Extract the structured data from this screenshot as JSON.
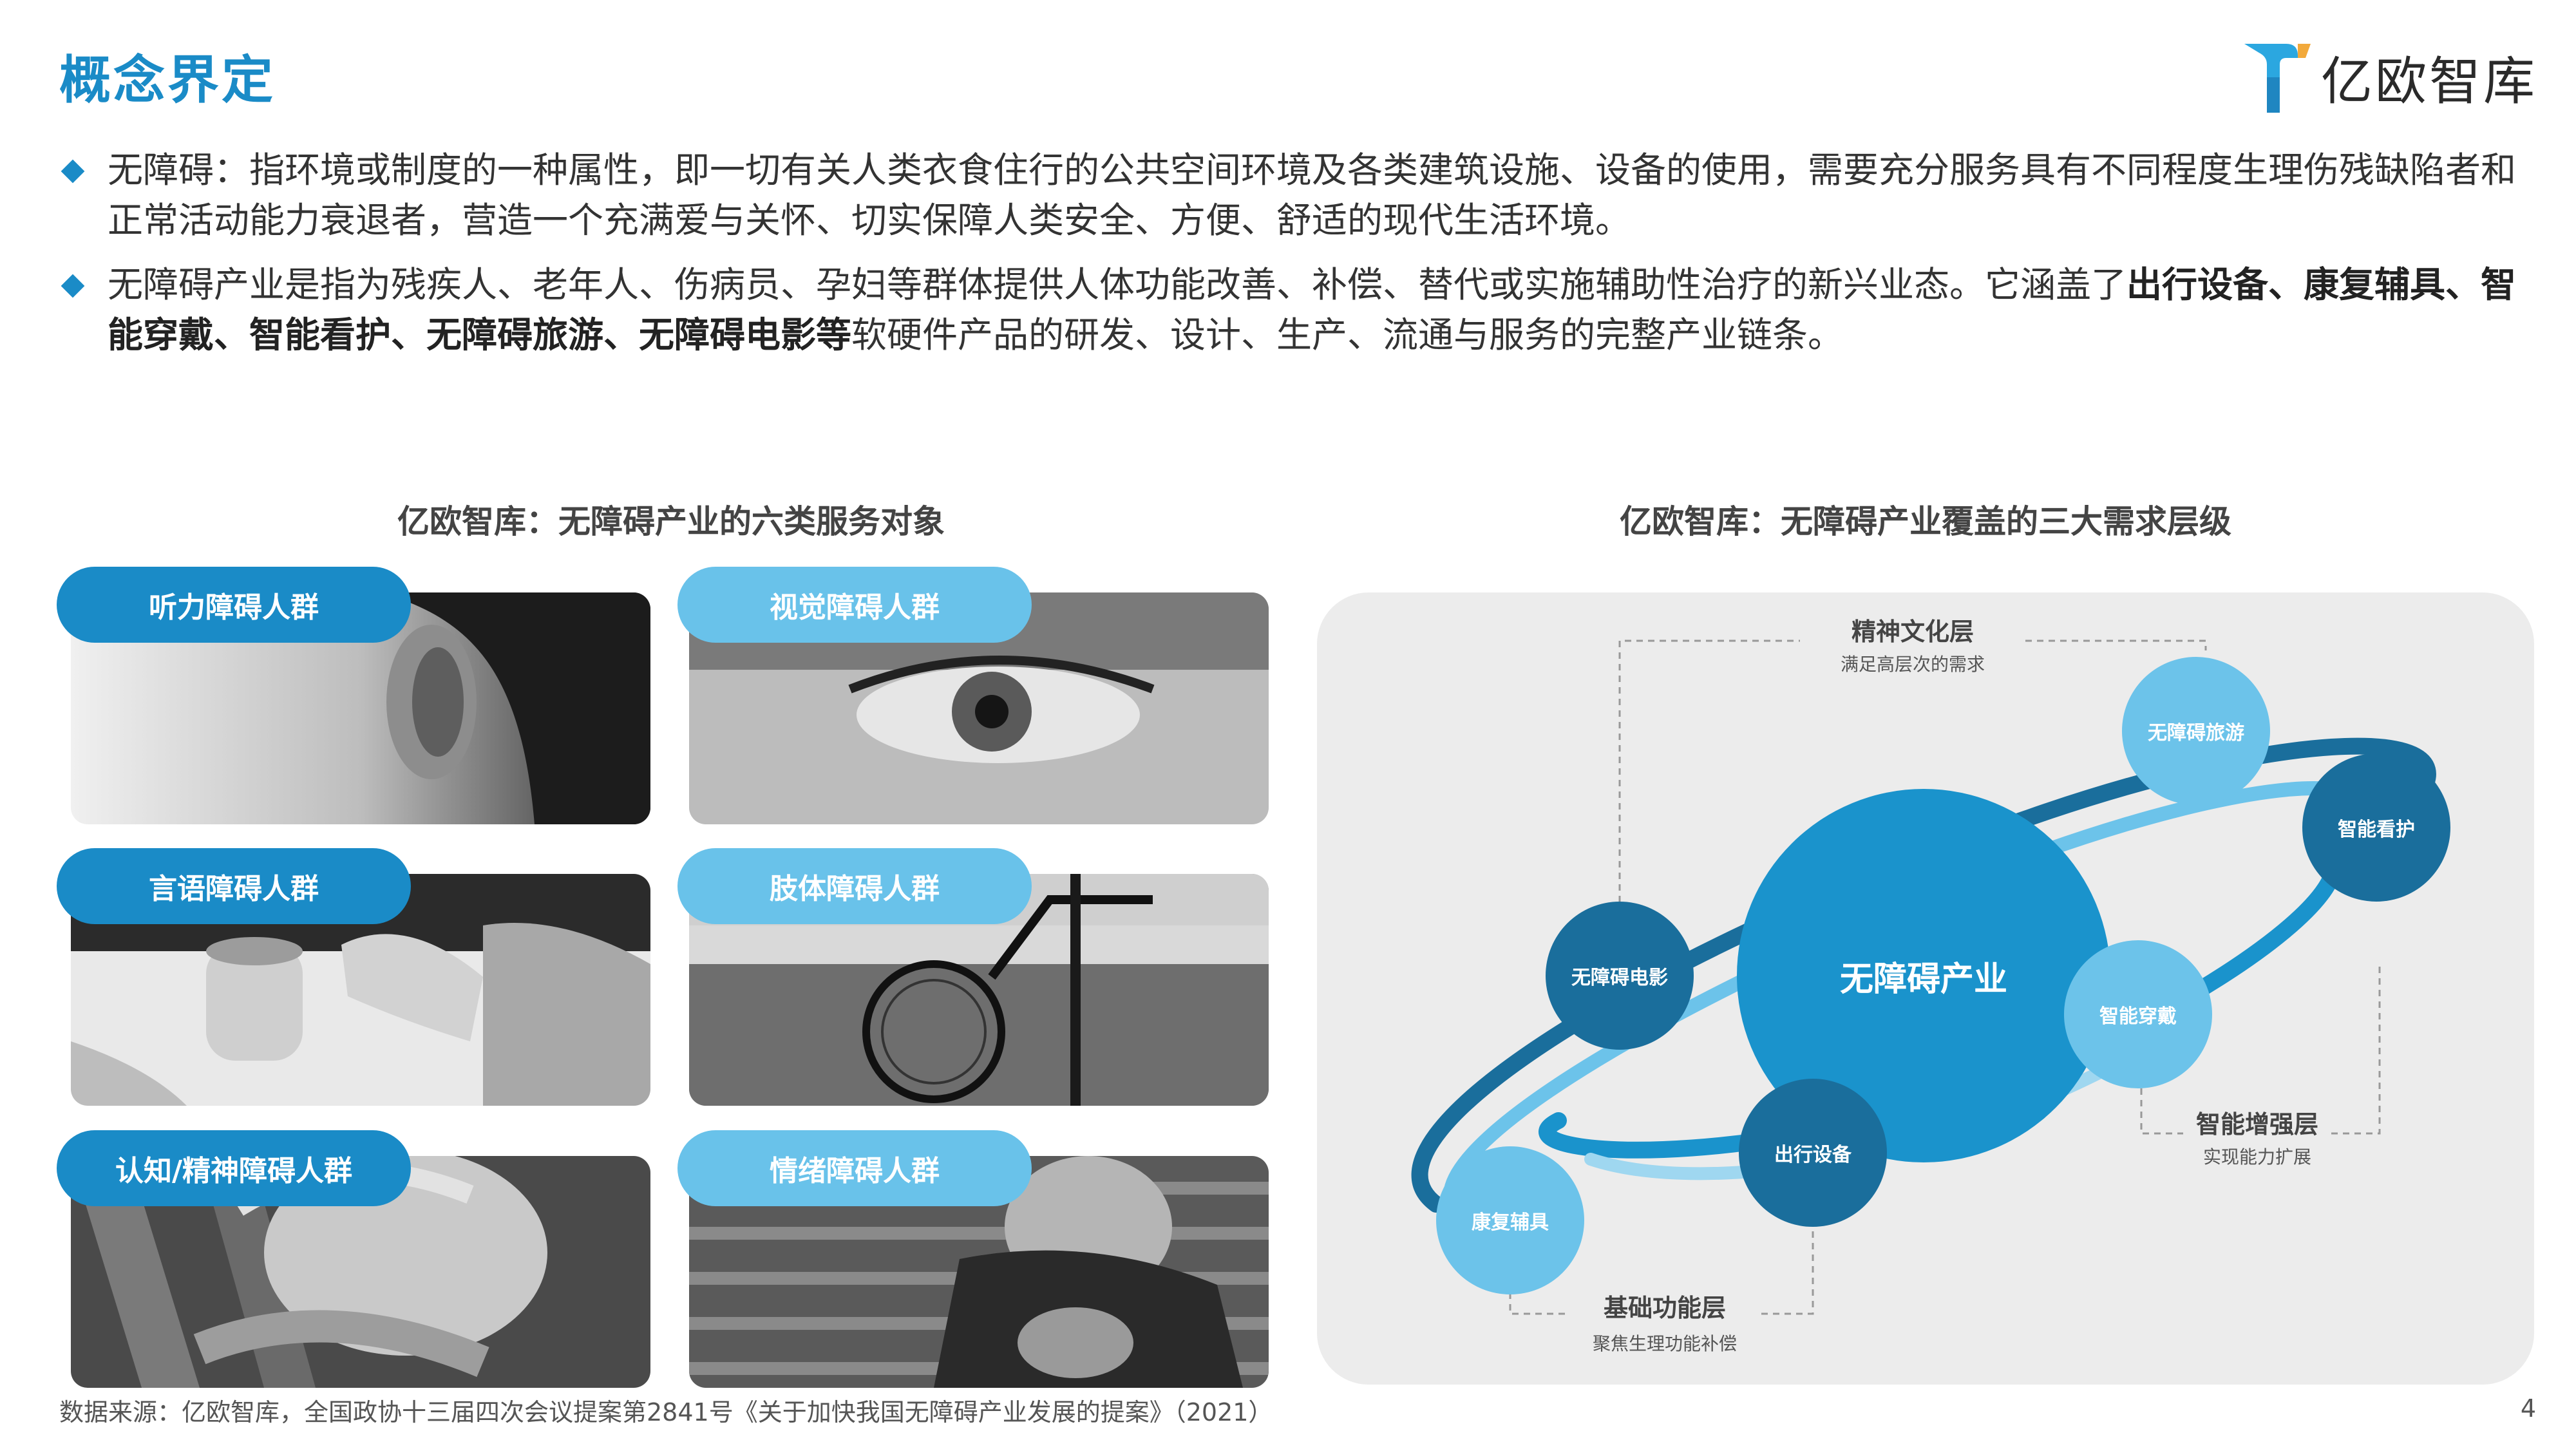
{
  "header": {
    "title": "概念界定",
    "logo_text": "亿欧智库"
  },
  "bullets": [
    {
      "segments": [
        {
          "text": "无障碍：指环境或制度的一种属性，即一切有关人类衣食住行的公共空间环境及各类建筑设施、设备的使用，需要充分服务具有不同程度生理伤残缺陷者和正常活动能力衰退者，营造一个充满爱与关怀、切实保障人类安全、方便、舒适的现代生活环境。",
          "bold": false
        }
      ]
    },
    {
      "segments": [
        {
          "text": "无障碍产业是指为残疾人、老年人、伤病员、孕妇等群体提供人体功能改善、补偿、替代或实施辅助性治疗的新兴业态。它涵盖了",
          "bold": false
        },
        {
          "text": "出行设备、康复辅具、智能穿戴、智能看护、无障碍旅游、无障碍电影等",
          "bold": true
        },
        {
          "text": "软硬件产品的研发、设计、生产、流通与服务的完整产业链条。",
          "bold": false
        }
      ]
    }
  ],
  "left_section": {
    "title": "亿欧智库：无障碍产业的六类服务对象",
    "groups": [
      {
        "label": "听力障碍人群",
        "style": "dark",
        "photo": "ear-closeup"
      },
      {
        "label": "视觉障碍人群",
        "style": "light",
        "photo": "eye-closeup"
      },
      {
        "label": "言语障碍人群",
        "style": "dark",
        "photo": "hands-cup"
      },
      {
        "label": "肢体障碍人群",
        "style": "light",
        "photo": "wheelchair-beach"
      },
      {
        "label": "认知/精神障碍人群",
        "style": "dark",
        "photo": "head-in-hands"
      },
      {
        "label": "情绪障碍人群",
        "style": "light",
        "photo": "sitting-on-stairs"
      }
    ]
  },
  "right_section": {
    "title": "亿欧智库：无障碍产业覆盖的三大需求层级",
    "center": "无障碍产业",
    "layers": {
      "top": {
        "title": "精神文化层",
        "subtitle": "满足高层次的需求"
      },
      "right": {
        "title": "智能增强层",
        "subtitle": "实现能力扩展"
      },
      "bottom": {
        "title": "基础功能层",
        "subtitle": "聚焦生理功能补偿"
      }
    },
    "nodes": {
      "tourism": "无障碍旅游",
      "care": "智能看护",
      "movie": "无障碍电影",
      "wearable": "智能穿戴",
      "travel": "出行设备",
      "rehab": "康复辅具"
    },
    "colors": {
      "dark": "#1a6e9c",
      "mid": "#1a93cc",
      "light": "#6cc3ea"
    }
  },
  "footer": {
    "source": "数据来源：亿欧智库，全国政协十三届四次会议提案第2841号《关于加快我国无障碍产业发展的提案》（2021）",
    "page": "4"
  }
}
